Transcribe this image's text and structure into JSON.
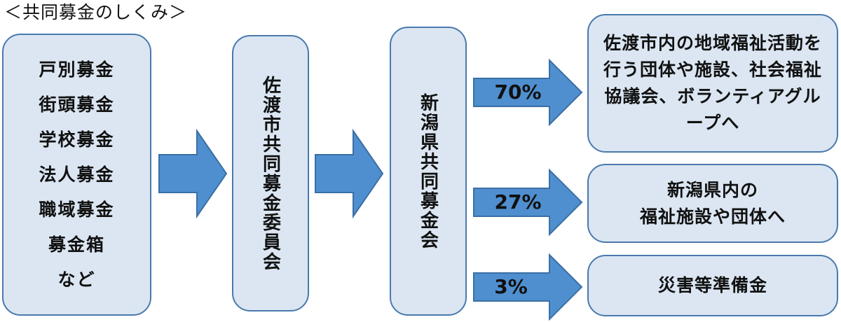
{
  "title": "＜共同募金のしくみ＞",
  "sources": [
    "戸別募金",
    "街頭募金",
    "学校募金",
    "法人募金",
    "職域募金",
    "募金箱",
    "など"
  ],
  "committee": "佐渡市共同募金委員会",
  "prefecture": "新潟県共同募金会",
  "allocations": [
    {
      "percent": "70%",
      "destination": "佐渡市内の地域福祉活動を行う団体や施設、社会福祉協議会、ボランティアグループへ"
    },
    {
      "percent": "27%",
      "destination": "新潟県内の\n福祉施設や団体へ"
    },
    {
      "percent": "3%",
      "destination": "災害等準備金"
    }
  ],
  "colors": {
    "box_fill": "#dbe6f2",
    "box_border": "#4a79ad",
    "arrow_fill": "#4f8fcf",
    "arrow_border": "#3a6fa5"
  }
}
